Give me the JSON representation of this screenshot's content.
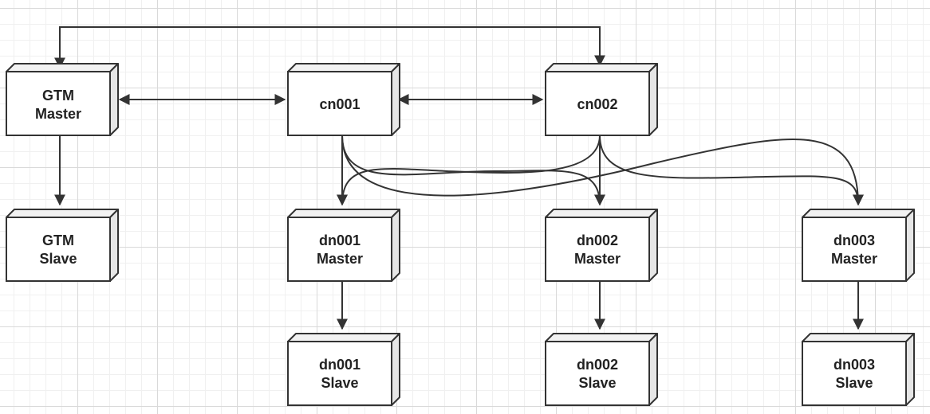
{
  "diagram": {
    "nodes": [
      {
        "id": "gtm-master",
        "lines": [
          "GTM",
          "Master"
        ]
      },
      {
        "id": "gtm-slave",
        "lines": [
          "GTM",
          "Slave"
        ]
      },
      {
        "id": "cn001",
        "lines": [
          "cn001"
        ]
      },
      {
        "id": "cn002",
        "lines": [
          "cn002"
        ]
      },
      {
        "id": "dn001-master",
        "lines": [
          "dn001",
          "Master"
        ]
      },
      {
        "id": "dn001-slave",
        "lines": [
          "dn001",
          "Slave"
        ]
      },
      {
        "id": "dn002-master",
        "lines": [
          "dn002",
          "Master"
        ]
      },
      {
        "id": "dn002-slave",
        "lines": [
          "dn002",
          "Slave"
        ]
      },
      {
        "id": "dn003-master",
        "lines": [
          "dn003",
          "Master"
        ]
      },
      {
        "id": "dn003-slave",
        "lines": [
          "dn003",
          "Slave"
        ]
      }
    ],
    "edges": [
      {
        "id": "gtm-master-to-cn002",
        "from": "gtm-master",
        "to": "cn002",
        "bidirectional": true
      },
      {
        "id": "gtm-master-to-cn001",
        "from": "gtm-master",
        "to": "cn001",
        "bidirectional": true
      },
      {
        "id": "cn001-to-cn002",
        "from": "cn001",
        "to": "cn002",
        "bidirectional": true
      },
      {
        "id": "gtm-master-to-gtm-slave",
        "from": "gtm-master",
        "to": "gtm-slave",
        "bidirectional": false
      },
      {
        "id": "cn001-to-dn001-master",
        "from": "cn001",
        "to": "dn001-master",
        "bidirectional": false
      },
      {
        "id": "cn001-to-dn002-master",
        "from": "cn001",
        "to": "dn002-master",
        "bidirectional": false
      },
      {
        "id": "cn001-to-dn003-master",
        "from": "cn001",
        "to": "dn003-master",
        "bidirectional": false
      },
      {
        "id": "cn002-to-dn001-master",
        "from": "cn002",
        "to": "dn001-master",
        "bidirectional": false
      },
      {
        "id": "cn002-to-dn002-master",
        "from": "cn002",
        "to": "dn002-master",
        "bidirectional": false
      },
      {
        "id": "cn002-to-dn003-master",
        "from": "cn002",
        "to": "dn003-master",
        "bidirectional": false
      },
      {
        "id": "dn001-master-to-dn001-slave",
        "from": "dn001-master",
        "to": "dn001-slave",
        "bidirectional": false
      },
      {
        "id": "dn002-master-to-dn002-slave",
        "from": "dn002-master",
        "to": "dn002-slave",
        "bidirectional": false
      },
      {
        "id": "dn003-master-to-dn003-slave",
        "from": "dn003-master",
        "to": "dn003-slave",
        "bidirectional": false
      }
    ]
  }
}
